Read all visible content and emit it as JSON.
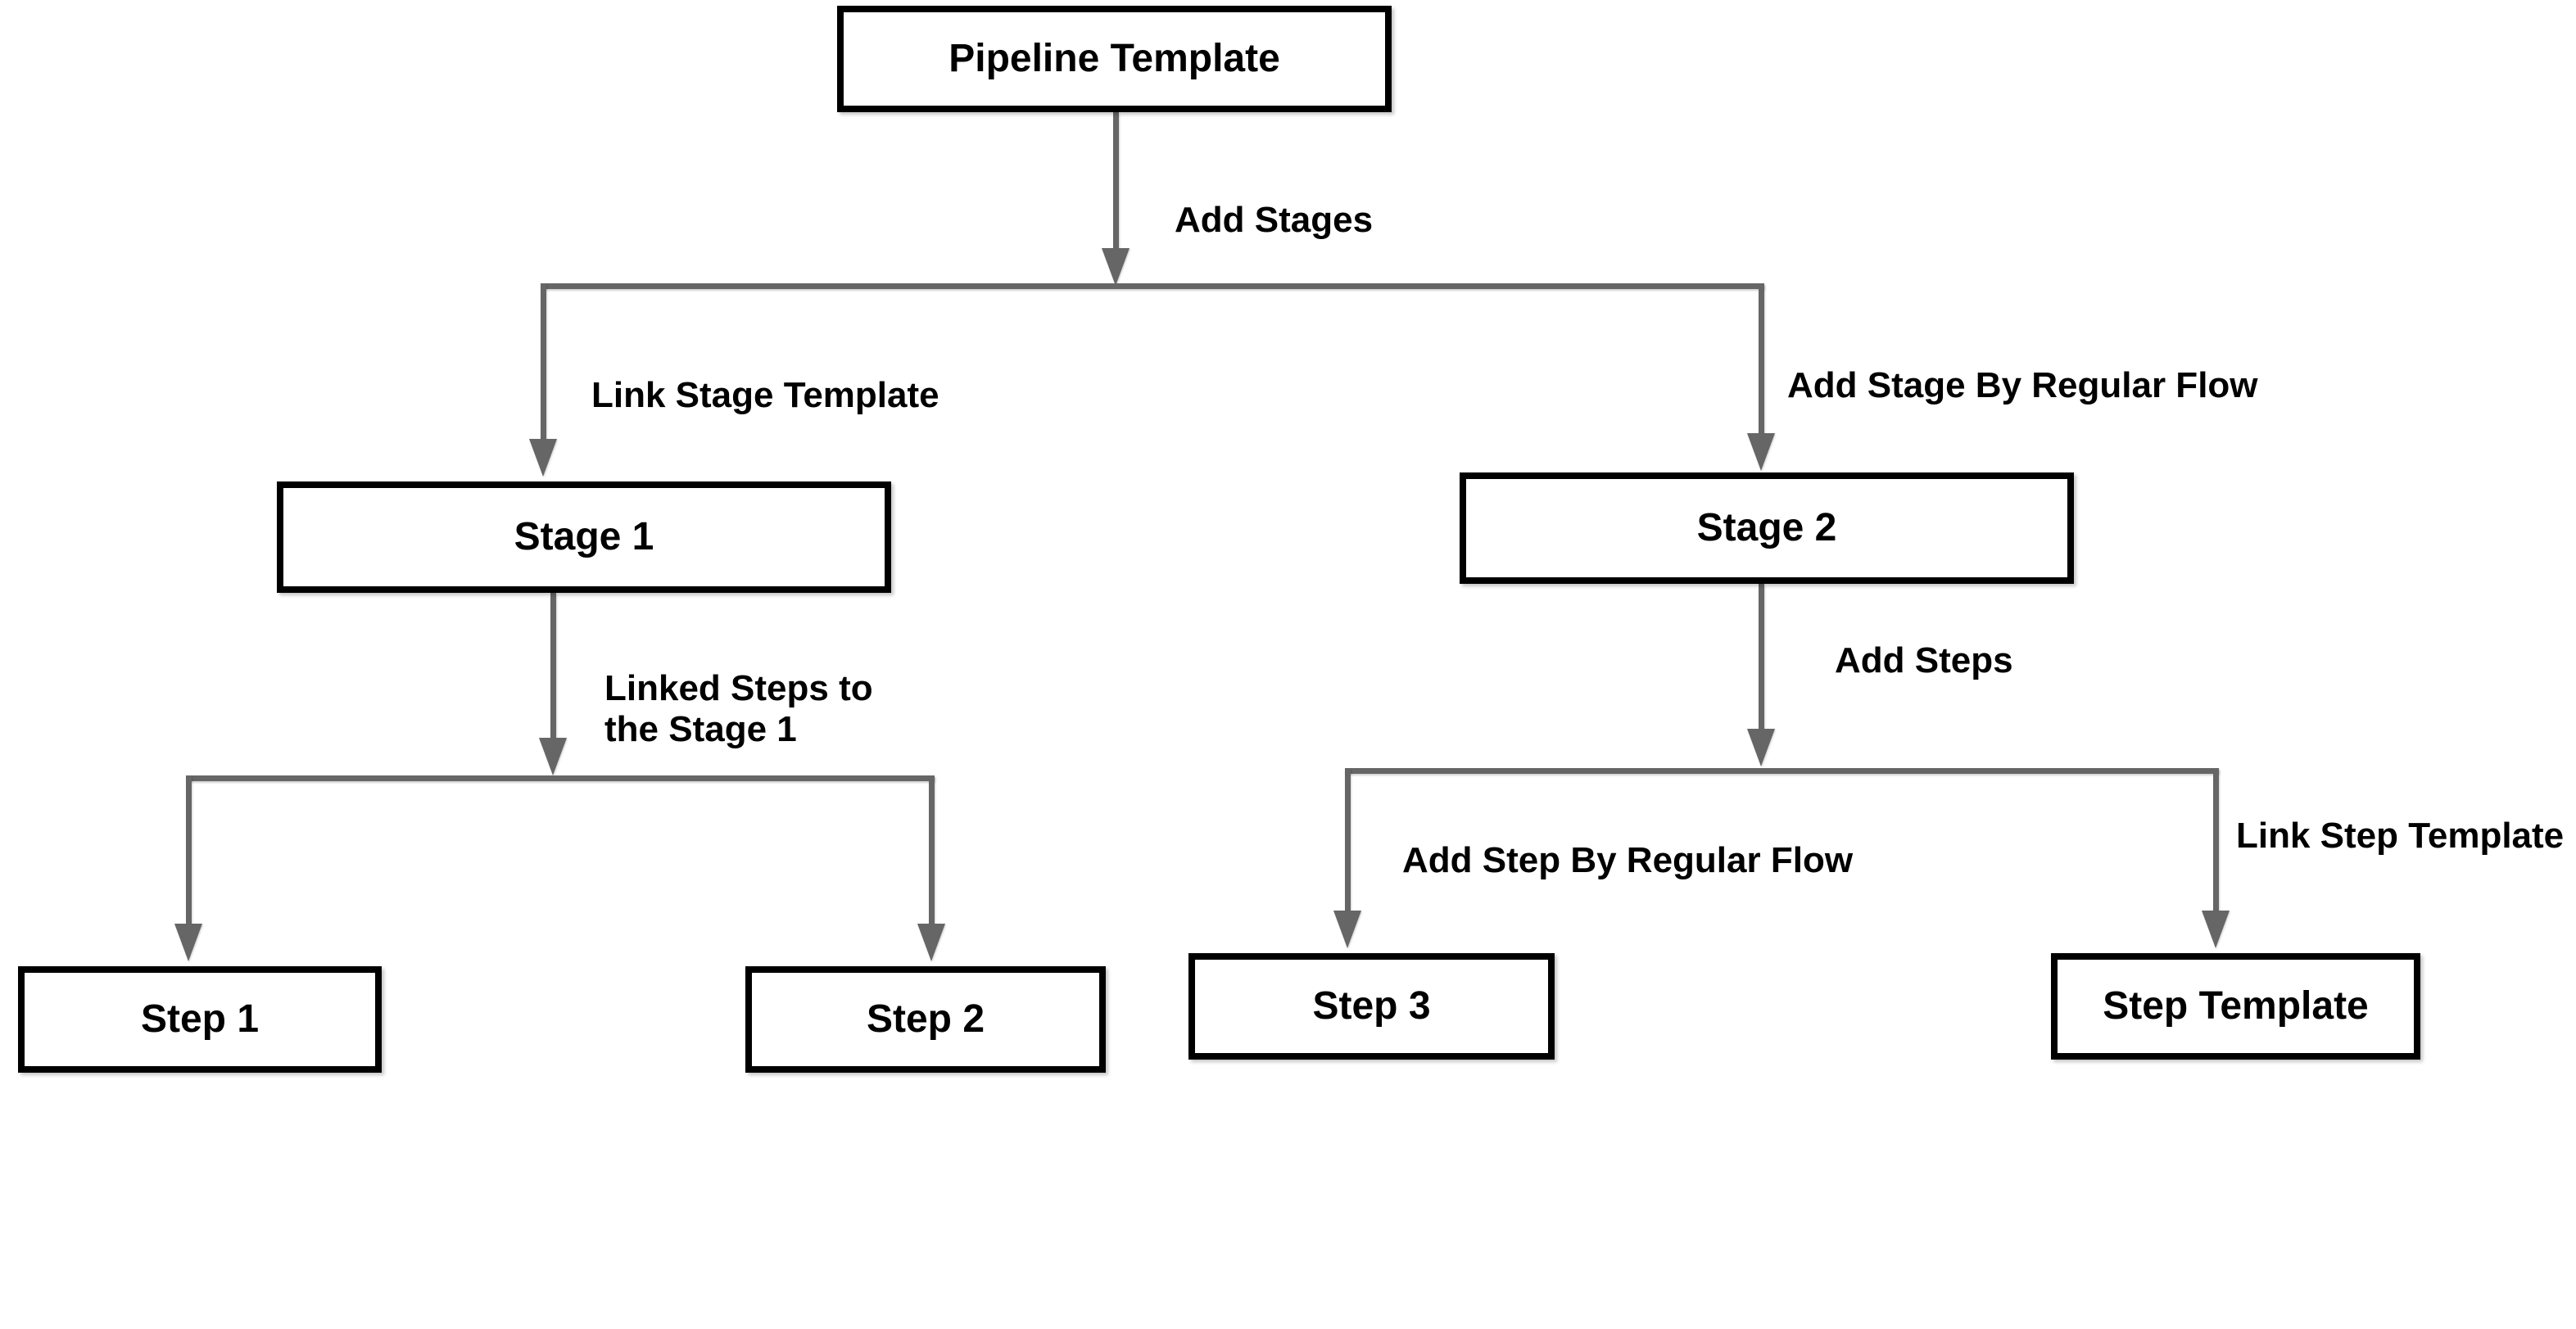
{
  "diagram": {
    "title": "Pipeline Template flow diagram",
    "colors": {
      "background": "#ffffff",
      "connector": "#666666",
      "box_border": "#000000",
      "box_fill": "#ffffff",
      "text": "#000000"
    },
    "nodes": [
      {
        "id": "pipeline-template",
        "label": "Pipeline Template"
      },
      {
        "id": "stage-1",
        "label": "Stage 1"
      },
      {
        "id": "stage-2",
        "label": "Stage 2"
      },
      {
        "id": "step-1",
        "label": "Step 1"
      },
      {
        "id": "step-2",
        "label": "Step 2"
      },
      {
        "id": "step-3",
        "label": "Step 3"
      },
      {
        "id": "step-template",
        "label": "Step Template"
      }
    ],
    "edge_labels": [
      {
        "id": "add-stages",
        "text": "Add Stages"
      },
      {
        "id": "link-stage-template",
        "text": "Link Stage Template"
      },
      {
        "id": "add-stage-by-regular-flow",
        "text": "Add Stage By Regular Flow"
      },
      {
        "id": "linked-steps-to-the-stage-1",
        "text": "Linked Steps to\nthe Stage 1"
      },
      {
        "id": "add-steps",
        "text": "Add Steps"
      },
      {
        "id": "add-step-by-regular-flow",
        "text": "Add Step By Regular Flow"
      },
      {
        "id": "link-step-template",
        "text": "Link Step Template"
      }
    ],
    "edges": [
      {
        "from": "pipeline-template",
        "to": "stage-1",
        "label": "Add Stages + Link Stage Template"
      },
      {
        "from": "pipeline-template",
        "to": "stage-2",
        "label": "Add Stages + Add Stage By Regular Flow"
      },
      {
        "from": "stage-1",
        "to": "step-1",
        "label": "Linked Steps to the Stage 1"
      },
      {
        "from": "stage-1",
        "to": "step-2",
        "label": "Linked Steps to the Stage 1"
      },
      {
        "from": "stage-2",
        "to": "step-3",
        "label": "Add Steps + Add Step By Regular Flow"
      },
      {
        "from": "stage-2",
        "to": "step-template",
        "label": "Add Steps + Link Step Template"
      }
    ]
  }
}
